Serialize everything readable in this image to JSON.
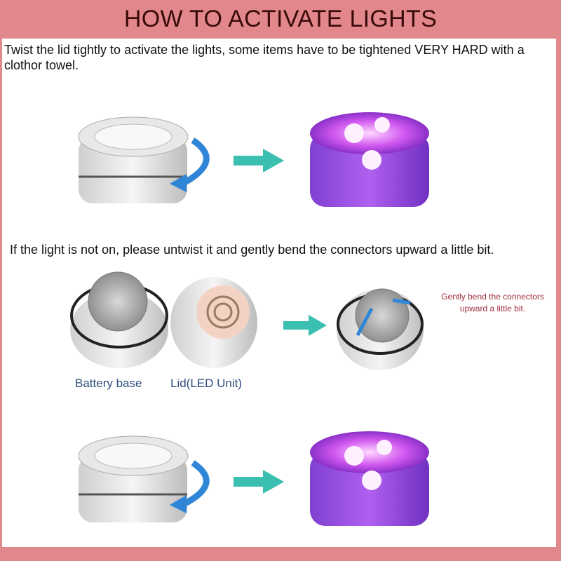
{
  "title": "HOW TO ACTIVATE LIGHTS",
  "instruction_1": "Twist the lid tightly to activate the lights, some items have to be tightened VERY HARD with a clothor towel.",
  "instruction_2": "If the light is not on, please untwist it and gently bend the connectors upward a little bit.",
  "labels": {
    "battery_base": "Battery base",
    "lid": "Lid(LED Unit)"
  },
  "note": {
    "line1": "Gently bend the connectors",
    "line2": "upward a little bit."
  },
  "colors": {
    "frame": "#e2888c",
    "arrow": "#3bbfb0",
    "twist_arrow": "#2f86d6",
    "glow": "#c040e0"
  }
}
